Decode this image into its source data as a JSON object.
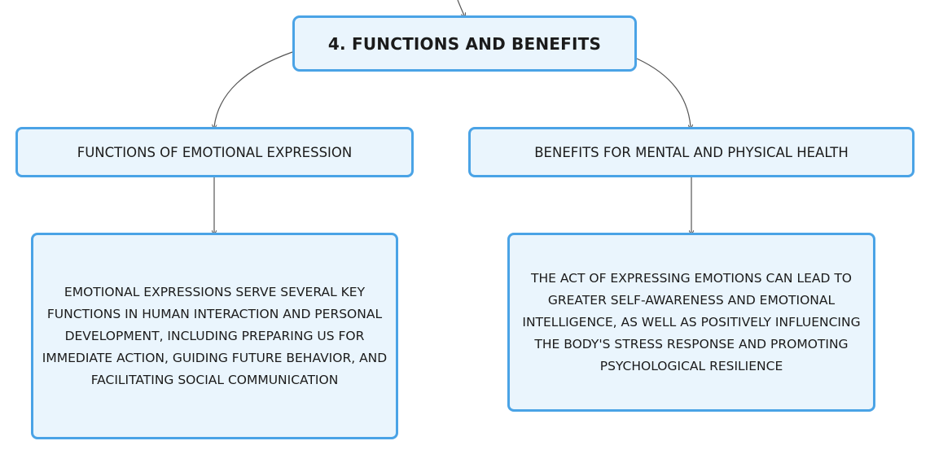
{
  "root": {
    "label": "4. FUNCTIONS AND BENEFITS"
  },
  "branches": {
    "left": {
      "label": "FUNCTIONS OF EMOTIONAL EXPRESSION",
      "detail": "EMOTIONAL EXPRESSIONS SERVE SEVERAL KEY FUNCTIONS IN HUMAN INTERACTION AND PERSONAL DEVELOPMENT, INCLUDING PREPARING US FOR IMMEDIATE ACTION, GUIDING FUTURE BEHAVIOR, AND FACILITATING SOCIAL COMMUNICATION"
    },
    "right": {
      "label": "BENEFITS FOR MENTAL AND PHYSICAL HEALTH",
      "detail": "THE ACT OF EXPRESSING EMOTIONS CAN LEAD TO GREATER SELF-AWARENESS AND EMOTIONAL INTELLIGENCE, AS WELL AS POSITIVELY INFLUENCING THE BODY'S STRESS RESPONSE AND PROMOTING PSYCHOLOGICAL RESILIENCE"
    }
  },
  "colors": {
    "node_fill": "#eaf5fd",
    "node_border": "#4aa3e6",
    "connector": "#555555",
    "text": "#1b1b1b"
  }
}
